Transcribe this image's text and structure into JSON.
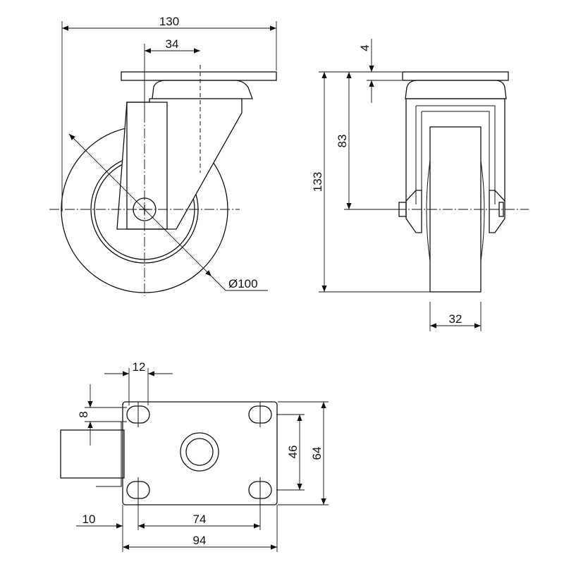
{
  "dimensions": {
    "overall_width": "130",
    "plate_hole_offset": "34",
    "plate_thickness": "4",
    "axle_height": "83",
    "total_height": "133",
    "wheel_diameter": "Ø100",
    "wheel_width": "32",
    "hole_width": "12",
    "hole_length": "8",
    "hole_spacing_short": "46",
    "plate_width": "64",
    "plate_offset": "10",
    "hole_spacing_long": "74",
    "plate_length": "94"
  }
}
